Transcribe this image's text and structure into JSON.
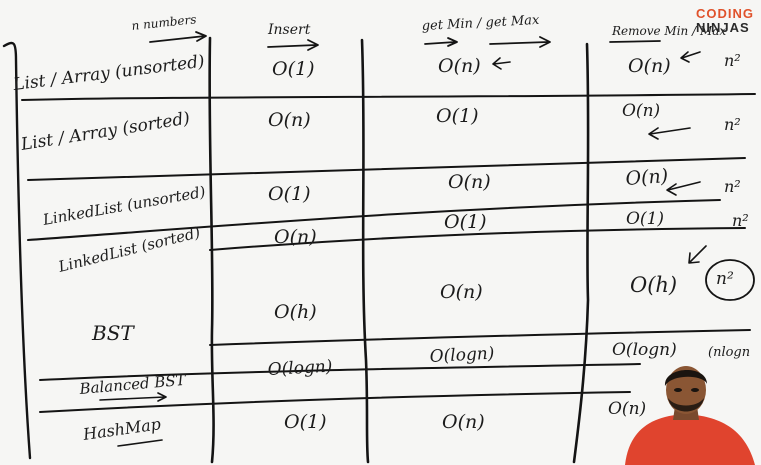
{
  "header": {
    "n_label": "n numbers",
    "col_insert": "Insert",
    "col_getmin": "get Min / get Max",
    "col_remove": "Remove Min / Max"
  },
  "rows": [
    {
      "name": "List / Array (unsorted)",
      "insert": "O(1)",
      "getmin": "O(n)",
      "remove": "O(n)",
      "note": "n²"
    },
    {
      "name": "List / Array (sorted)",
      "insert": "O(n)",
      "getmin": "O(1)",
      "remove": "O(n)",
      "note": "n²"
    },
    {
      "name": "LinkedList (unsorted)",
      "insert": "O(1)",
      "getmin": "O(n)",
      "remove": "O(n)",
      "note": "n²"
    },
    {
      "name": "LinkedList (sorted)",
      "insert": "O(n)",
      "getmin": "O(1)",
      "remove": "O(1)",
      "note": "n²"
    },
    {
      "name": "BST",
      "insert": "O(h)",
      "getmin": "O(n)",
      "remove": "O(h)",
      "note": "n²"
    },
    {
      "name": "Balanced BST",
      "insert": "O(logn)",
      "getmin": "O(logn)",
      "remove": "O(logn)",
      "note": "(nlogn"
    },
    {
      "name": "HashMap",
      "insert": "O(1)",
      "getmin": "O(n)",
      "remove": "O(n)",
      "note": ""
    }
  ],
  "logo": {
    "line1": "CODING",
    "line2": "NINJAS"
  },
  "colors": {
    "ink": "#141414",
    "board": "#f6f6f4",
    "logo_accent": "#e0522b",
    "shirt": "#e0442e"
  }
}
